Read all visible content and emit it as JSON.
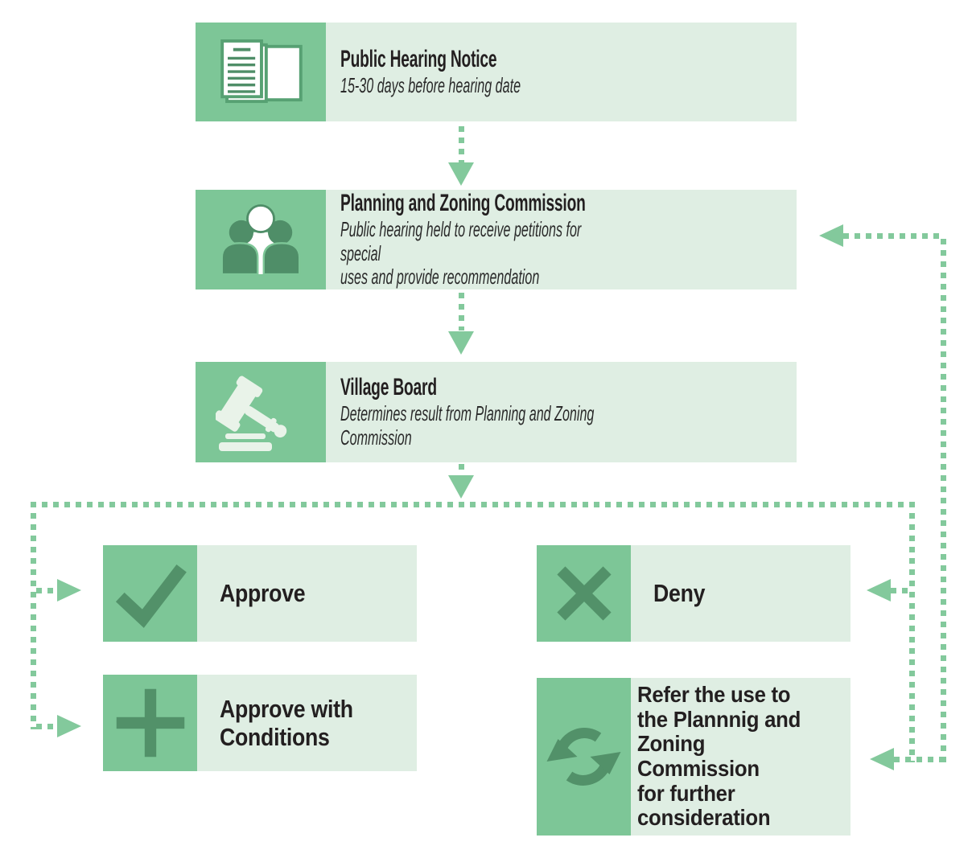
{
  "colors": {
    "tile_green": "#7dc697",
    "panel_light_green": "#dfeee3",
    "glyph_dark_green": "#529169",
    "arrow_green": "#83c99c",
    "text_ink": "#231f20",
    "icon_light": "#e9f3e9"
  },
  "nodes": {
    "public_hearing_notice": {
      "title": "Public Hearing Notice",
      "subtitle": "15-30 days before hearing date",
      "icon": "documents-icon"
    },
    "planning_zoning": {
      "title": "Planning and Zoning Commission",
      "subtitle": "Public hearing held to receive petitions for special\nuses and provide recommendation",
      "icon": "people-icon"
    },
    "village_board": {
      "title": "Village Board",
      "subtitle": "Determines result from Planning and Zoning\nCommission",
      "icon": "gavel-icon"
    },
    "approve": {
      "label": "Approve",
      "icon": "checkmark-icon"
    },
    "deny": {
      "label": "Deny",
      "icon": "x-icon"
    },
    "approve_with_conditions": {
      "label": "Approve with\nConditions",
      "icon": "plus-icon"
    },
    "refer": {
      "label": "Refer the use to\nthe Plannnig and\nZoning\nCommission\nfor further\nconsideration",
      "icon": "refresh-icon"
    }
  },
  "edges": [
    {
      "from": "public_hearing_notice",
      "to": "planning_zoning"
    },
    {
      "from": "planning_zoning",
      "to": "village_board"
    },
    {
      "from": "village_board",
      "to": "approve"
    },
    {
      "from": "village_board",
      "to": "approve_with_conditions"
    },
    {
      "from": "village_board",
      "to": "deny"
    },
    {
      "from": "village_board",
      "to": "refer"
    },
    {
      "from": "refer",
      "to": "planning_zoning"
    }
  ]
}
